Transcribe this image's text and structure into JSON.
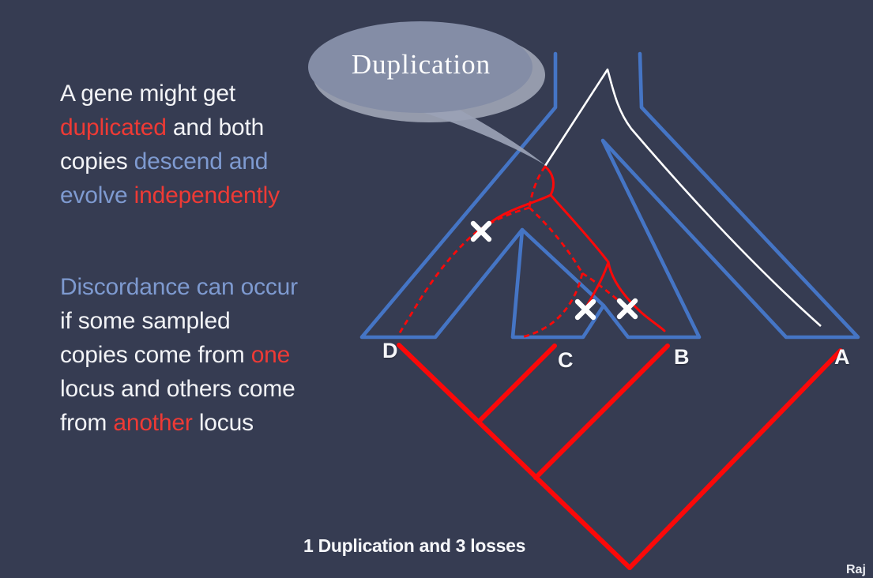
{
  "slide": {
    "background_color": "#363c52",
    "attribution": "Raj"
  },
  "left_text": {
    "block1": {
      "lines": [
        {
          "parts": [
            {
              "t": "A gene might get",
              "color": "white"
            }
          ]
        },
        {
          "parts": [
            {
              "t": "duplicated",
              "color": "red"
            },
            {
              "t": " and both",
              "color": "white"
            }
          ]
        },
        {
          "parts": [
            {
              "t": "copies ",
              "color": "white"
            },
            {
              "t": "descend and",
              "color": "blue"
            }
          ]
        },
        {
          "parts": [
            {
              "t": "evolve ",
              "color": "blue"
            },
            {
              "t": "independently",
              "color": "red"
            }
          ]
        }
      ]
    },
    "block2": {
      "lines": [
        {
          "parts": [
            {
              "t": "Discordance can occur",
              "color": "blue"
            }
          ]
        },
        {
          "parts": [
            {
              "t": "if some sampled",
              "color": "white"
            }
          ]
        },
        {
          "parts": [
            {
              "t": "copies come from ",
              "color": "white"
            },
            {
              "t": "one",
              "color": "red"
            }
          ]
        },
        {
          "parts": [
            {
              "t": "locus and others come",
              "color": "white"
            }
          ]
        },
        {
          "parts": [
            {
              "t": "from ",
              "color": "white"
            },
            {
              "t": "another",
              "color": "red"
            },
            {
              "t": " locus",
              "color": "white"
            }
          ]
        }
      ]
    }
  },
  "diagram": {
    "bubble_label": "Duplication",
    "caption": "1 Duplication and 3 losses",
    "tip_labels": [
      "D",
      "C",
      "B",
      "A"
    ],
    "events": {
      "duplications": 1,
      "losses": 3
    },
    "species_tree_topology": "((D,(C,B)),A)",
    "gene_tree_topology": "(((D,C),B),A)",
    "loss_marks": 3,
    "colors": {
      "species_tree_blue": "#4575c5",
      "gene_tree_red": "#fb0909",
      "ancestral_lineage_white": "#ffffff",
      "text_red": "#ee3a35",
      "text_blue": "#7e9ad0",
      "bubble_gray": "#848da6",
      "background": "#363c52"
    }
  }
}
